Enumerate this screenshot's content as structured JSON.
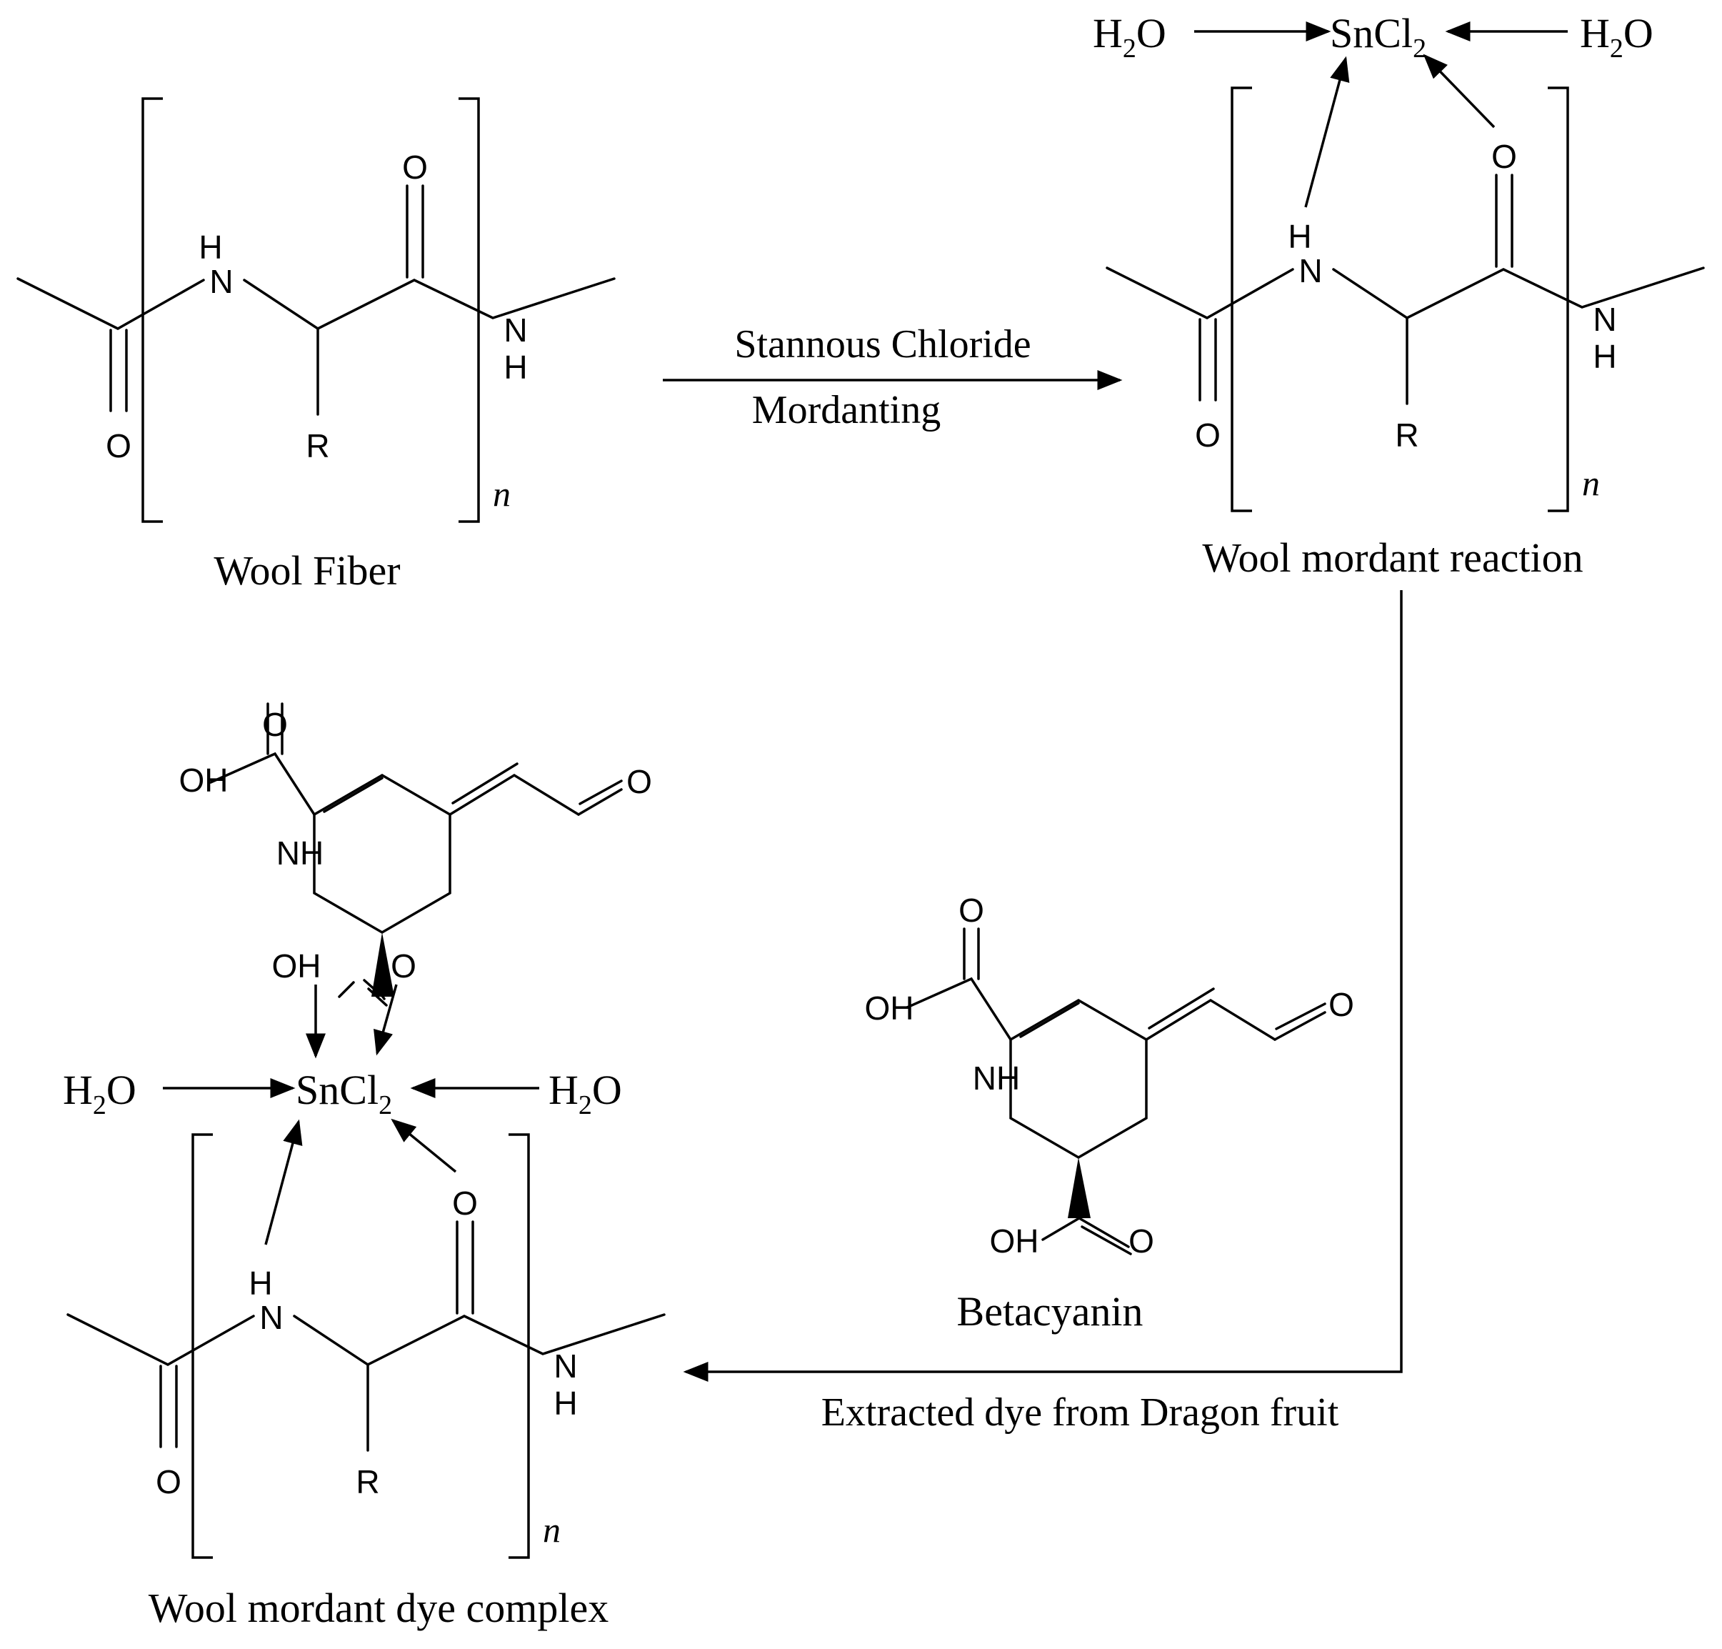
{
  "repeat_unit": {
    "atoms": {
      "H": "H",
      "N": "N",
      "O": "O",
      "R": "R"
    },
    "subscript_n": "n"
  },
  "dye": {
    "atoms": {
      "O": "O",
      "OH": "OH",
      "NH": "NH"
    }
  },
  "complex": {
    "metal": {
      "main": "SnCl",
      "sub": "2"
    },
    "water": {
      "H": "H",
      "sub": "2",
      "O": "O"
    }
  },
  "labels": {
    "wool_fiber": "Wool Fiber",
    "wool_mordant_reaction": "Wool mordant reaction",
    "betacyanin": "Betacyanin",
    "wool_mordant_dye_complex": "Wool mordant dye complex"
  },
  "reactions": {
    "step1_reagent": "Stannous Chloride",
    "step1_process": "Mordanting",
    "step2": "Extracted dye from Dragon fruit"
  }
}
